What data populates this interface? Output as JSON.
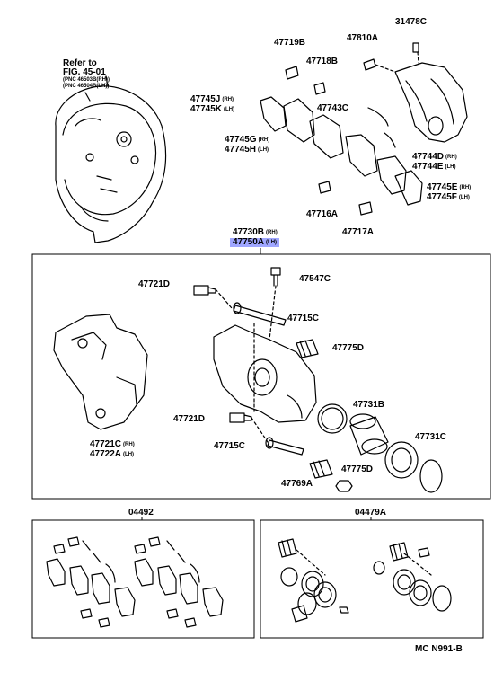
{
  "refer": {
    "line1": "Refer to",
    "line2": "FIG. 45-01",
    "pnc1": "(PNC 46503B(RH))",
    "pnc2": "(PNC 46504B(LH))"
  },
  "parts": {
    "p31478c": "31478C",
    "p47719b": "47719B",
    "p47810a": "47810A",
    "p47718b": "47718B",
    "p47745j": "47745J",
    "p47745j_side": "(RH)",
    "p47745k": "47745K",
    "p47745k_side": "(LH)",
    "p47743c": "47743C",
    "p47745g": "47745G",
    "p47745g_side": "(RH)",
    "p47745h": "47745H",
    "p47745h_side": "(LH)",
    "p47744d": "47744D",
    "p47744d_side": "(RH)",
    "p47744e": "47744E",
    "p47744e_side": "(LH)",
    "p47745e": "47745E",
    "p47745e_side": "(RH)",
    "p47745f": "47745F",
    "p47745f_side": "(LH)",
    "p47716a": "47716A",
    "p47717a": "47717A",
    "p47730b": "47730B",
    "p47730b_side": "(RH)",
    "p47750a": "47750A",
    "p47750a_side": "(LH)",
    "p47721d_top": "47721D",
    "p47547c": "47547C",
    "p47715c_top": "47715C",
    "p47775d_top": "47775D",
    "p47731b": "47731B",
    "p47721d_bot": "47721D",
    "p47721c": "47721C",
    "p47721c_side": "(RH)",
    "p47722a": "47722A",
    "p47722a_side": "(LH)",
    "p47715c_bot": "47715C",
    "p47731c": "47731C",
    "p47775d_bot": "47775D",
    "p47769a": "47769A"
  },
  "kits": {
    "k04492": "04492",
    "k04479a": "04479A"
  },
  "footer": {
    "code": "MC  N991-B"
  },
  "colors": {
    "highlight": "#9fa6ff",
    "line": "#000000"
  }
}
